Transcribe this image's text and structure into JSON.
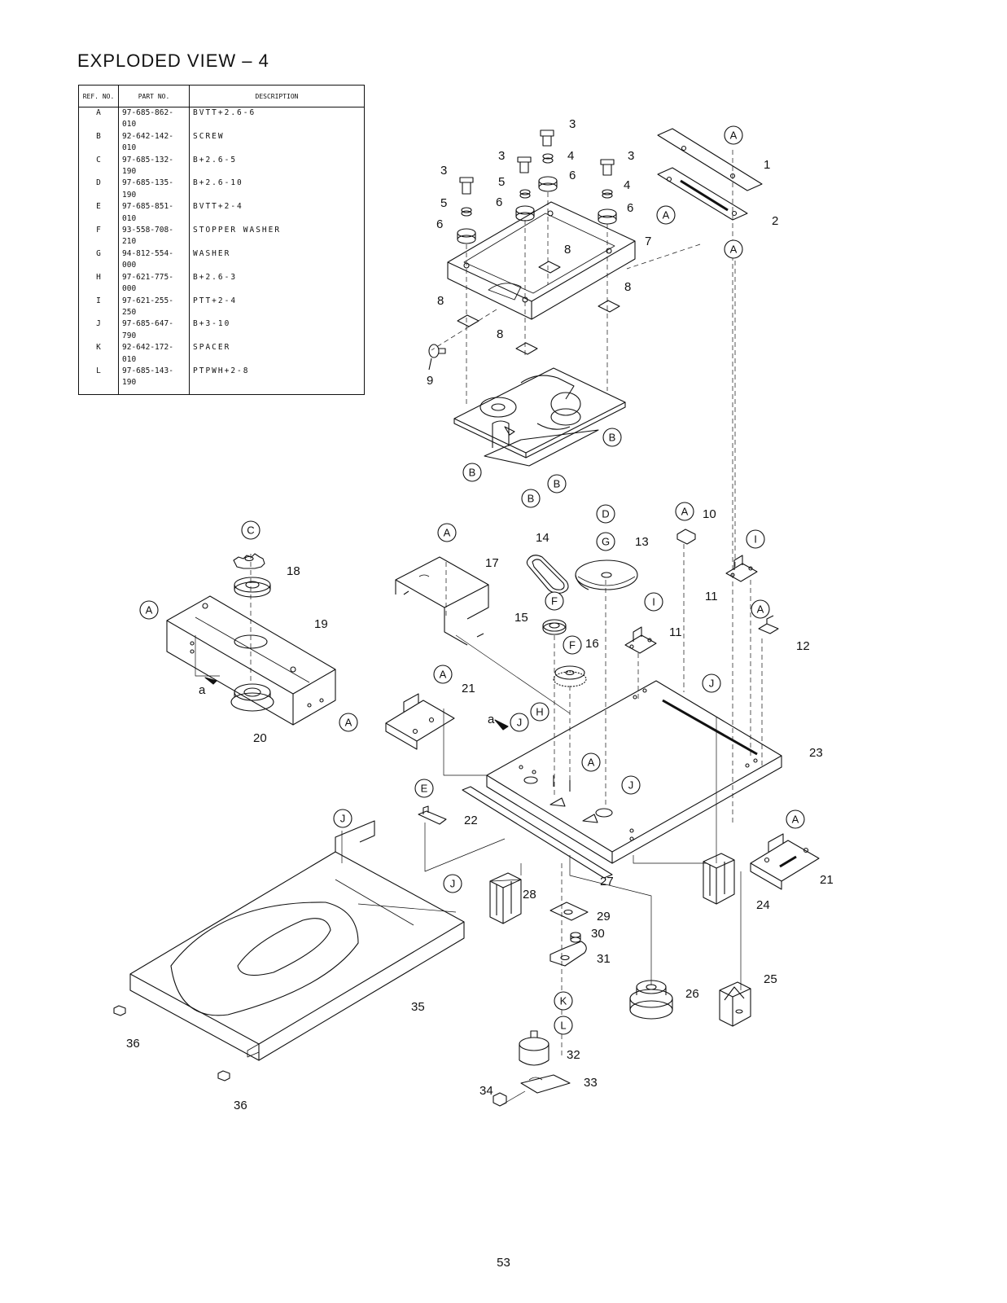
{
  "title": "EXPLODED  VIEW – 4",
  "page_number": "53",
  "parts_table": {
    "headers": {
      "ref": "REF. NO.",
      "part": "PART NO.",
      "desc": "DESCRIPTION"
    },
    "groups": [
      [
        {
          "ref": "A",
          "part": "97-685-862-010",
          "desc": "BVTT+2.6-6"
        },
        {
          "ref": "B",
          "part": "92-642-142-010",
          "desc": "SCREW"
        },
        {
          "ref": "C",
          "part": "97-685-132-190",
          "desc": "B+2.6-5"
        },
        {
          "ref": "D",
          "part": "97-685-135-190",
          "desc": "B+2.6-10"
        },
        {
          "ref": "E",
          "part": "97-685-851-010",
          "desc": "BVTT+2-4"
        }
      ],
      [
        {
          "ref": "F",
          "part": "93-558-708-210",
          "desc": "STOPPER WASHER"
        },
        {
          "ref": "G",
          "part": "94-812-554-000",
          "desc": "WASHER"
        },
        {
          "ref": "H",
          "part": "97-621-775-000",
          "desc": "B+2.6-3"
        },
        {
          "ref": "I",
          "part": "97-621-255-250",
          "desc": "PTT+2-4"
        },
        {
          "ref": "J",
          "part": "97-685-647-790",
          "desc": "B+3-10"
        }
      ],
      [
        {
          "ref": "K",
          "part": "92-642-172-010",
          "desc": "SPACER"
        },
        {
          "ref": "L",
          "part": "97-685-143-190",
          "desc": "PTPWH+2-8"
        }
      ]
    ]
  },
  "callouts": [
    {
      "id": "ref-a-1",
      "text": "A"
    },
    {
      "id": "ref-a-2",
      "text": "A"
    },
    {
      "id": "ref-a-3",
      "text": "A"
    },
    {
      "id": "ref-a-4",
      "text": "A"
    },
    {
      "id": "ref-a-5",
      "text": "A"
    },
    {
      "id": "ref-a-6",
      "text": "A"
    },
    {
      "id": "ref-a-7",
      "text": "A"
    },
    {
      "id": "ref-a-8",
      "text": "A"
    },
    {
      "id": "ref-a-9",
      "text": "A"
    },
    {
      "id": "ref-a-10",
      "text": "A"
    },
    {
      "id": "ref-a-11",
      "text": "A"
    },
    {
      "id": "ref-b-1",
      "text": "B"
    },
    {
      "id": "ref-b-2",
      "text": "B"
    },
    {
      "id": "ref-b-3",
      "text": "B"
    },
    {
      "id": "ref-b-4",
      "text": "B"
    },
    {
      "id": "ref-c-1",
      "text": "C"
    },
    {
      "id": "ref-d-1",
      "text": "D"
    },
    {
      "id": "ref-e-1",
      "text": "E"
    },
    {
      "id": "ref-f-1",
      "text": "F"
    },
    {
      "id": "ref-f-2",
      "text": "F"
    },
    {
      "id": "ref-g-1",
      "text": "G"
    },
    {
      "id": "ref-h-1",
      "text": "H"
    },
    {
      "id": "ref-i-1",
      "text": "I"
    },
    {
      "id": "ref-i-2",
      "text": "I"
    },
    {
      "id": "ref-j-1",
      "text": "J"
    },
    {
      "id": "ref-j-2",
      "text": "J"
    },
    {
      "id": "ref-j-3",
      "text": "J"
    },
    {
      "id": "ref-j-4",
      "text": "J"
    },
    {
      "id": "ref-j-5",
      "text": "J"
    },
    {
      "id": "ref-k-1",
      "text": "K"
    },
    {
      "id": "ref-l-1",
      "text": "L"
    }
  ],
  "part_labels": [
    "1",
    "2",
    "3",
    "3",
    "3",
    "3",
    "4",
    "4",
    "5",
    "5",
    "6",
    "6",
    "6",
    "6",
    "7",
    "8",
    "8",
    "8",
    "8",
    "9",
    "10",
    "11",
    "11",
    "12",
    "13",
    "14",
    "15",
    "16",
    "17",
    "18",
    "19",
    "20",
    "21",
    "21",
    "22",
    "23",
    "24",
    "25",
    "26",
    "27",
    "28",
    "29",
    "30",
    "31",
    "32",
    "33",
    "34",
    "35",
    "36",
    "36",
    "a",
    "a"
  ]
}
